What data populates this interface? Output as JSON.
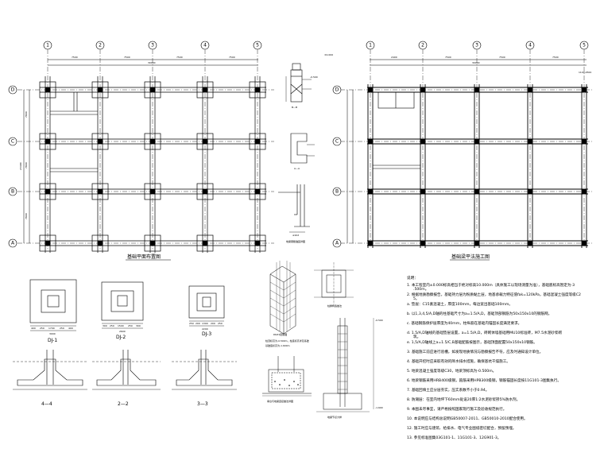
{
  "axes": {
    "numbers": [
      "1",
      "2",
      "3",
      "4",
      "5"
    ],
    "letters": [
      "D",
      "C",
      "B",
      "A"
    ]
  },
  "plan_left": {
    "span_dims": [
      "7500",
      "7500",
      "7500",
      "7500"
    ],
    "overall_dim": "30000",
    "bay_dims": [
      "7800",
      "7800",
      "7800"
    ],
    "overall_side_dim": "23400",
    "title": "基础平面布置图"
  },
  "plan_right": {
    "elev_note": "±0.000",
    "span_dims": [
      "2400",
      "7500",
      "7500",
      "7500"
    ],
    "overall_dim": "30000",
    "title": "基础梁平法施工图",
    "corner_dim": "1100,2500"
  },
  "sections": {
    "bb_label": "B—B",
    "aa_label": "A—A",
    "anchor_label": "≥10d",
    "anchor_title": "地梁钢筋锚固详图",
    "detail_title": "柱脚构造做法",
    "col_title": "DKZ1配筋图",
    "col_note_1": "柱顶标高为-0.500m，柱底标高详见基础",
    "col_note_2": "基础底标高为-1.600m",
    "cushion_title": "承台与地梁连接做法详图",
    "right_title": "地梁节点大样",
    "elev_label": "-0.500",
    "elev_label_2": "-1.600"
  },
  "footings": {
    "dj1": "DJ-1",
    "dj2": "DJ-2",
    "dj3": "DJ-3",
    "s44": "4—4",
    "s22": "2—2",
    "s33": "3—3",
    "dj1_dims": [
      "400",
      "250",
      "1700",
      "250",
      "400"
    ],
    "dj1_total": "3000",
    "dj2_dims": [
      "300",
      "250",
      "1500",
      "250",
      "300"
    ],
    "dj2_total": "2600",
    "dj3_dims": [
      "250",
      "200",
      "1300",
      "200",
      "250"
    ],
    "dj3_total": "2200"
  },
  "notes": {
    "heading": "说明：",
    "lines": [
      "1. 本工程室内±0.000标高相当于绝对标高10.000m（具体施工以现场测量为准），基础底标高暂定为-3.500m。",
      "2. 根据地质勘察报告，基础持力层为粉质黏土层，地基承载力特征值fak=120kPa，基础混凝土强度等级C25。",
      "a. 垫层：C15素混凝土，厚度100mm，每边宽出基础100mm。",
      "b. 以1,3,4,5/A,D轴的柱基础尺寸为a=1.5/A,D，基础顶部钢筋为50x150x10的钢筋网。",
      "c. 基础钢筋保护层厚度为40mm，柱纵筋在基础内锚固长度满足要求。",
      "d. 1.5/A,D轴线的基础垫层设置，a=1.5/A,D，砖砌体墙基础用MU10标准砖，M7.5水泥砂浆砌筑。",
      "e. 1,5/A,D轴线上a=1.5/C,B基础配筋按图示，基础顶面配置50x150x10钢筋。",
      "3. 基础施工前应进行验槽，如发现地质情况与勘察报告不符，应及时通知设计单位。",
      "4. 基础开挖时应采取有效的降水排水措施，确保基坑干燥施工。",
      "5. 地梁混凝土强度等级C30，地梁顶标高为-0.500m。",
      "6. 地梁钢筋采用HRB400级钢，箍筋采用HPB300级钢，钢筋锚固长度按11G101-3图集执行。",
      "7. 基础回填土应分层夯实，压实系数不小于0.94。",
      "8. 防潮层：在室内地坪下60mm处设20厚1:2水泥砂浆掺5%防水剂。",
      "9. 本图未尽事宜，请严格按照国家现行施工及验收规范执行。",
      "10. 本说明应与结构总说明GB50007-2011、GB50010-2010配合使用。",
      "12. 施工时应与建筑、给排水、电气专业图纸密切配合，预留预埋。",
      "13. 参见标准图集03G101-1、11G101-3、12G901-3。"
    ]
  },
  "colors": {
    "ink": "#000000",
    "paper": "#ffffff"
  }
}
